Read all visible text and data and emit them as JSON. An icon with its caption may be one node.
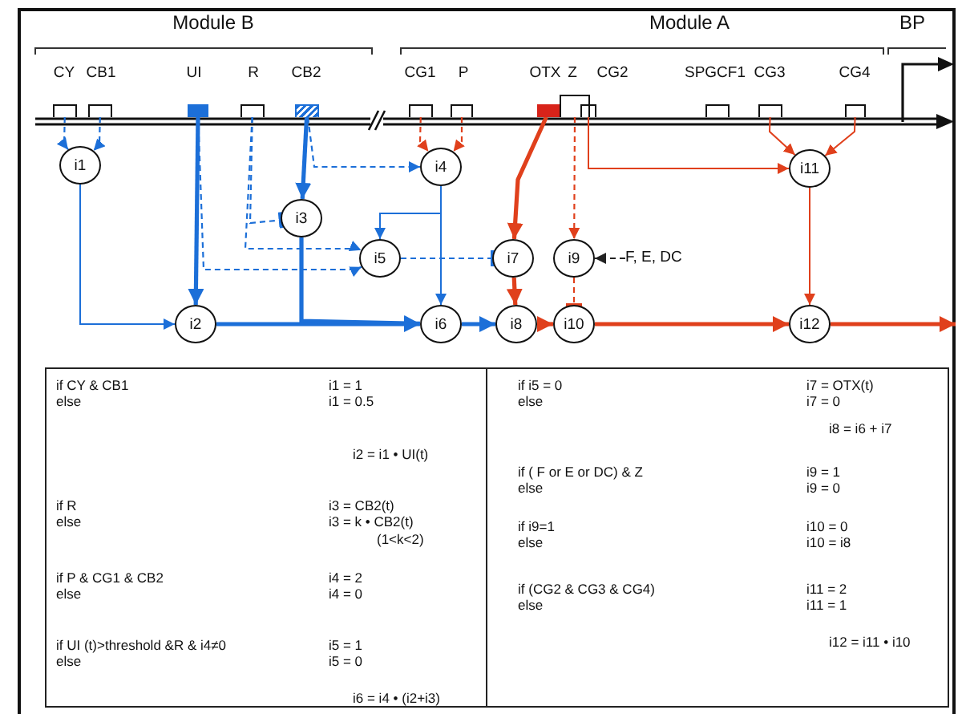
{
  "diagram": {
    "nodes": [
      {
        "text": [
          "CY"
        ]
      },
      {
        "text": [
          "CB1"
        ]
      },
      {
        "text": [
          "UI"
        ]
      },
      {
        "text": [
          "R"
        ]
      },
      {
        "text": [
          "CB2"
        ]
      },
      {
        "text": [
          "CG1"
        ]
      },
      {
        "text": [
          "P"
        ]
      },
      {
        "text": [
          "OTX"
        ]
      },
      {
        "text": [
          "Z"
        ]
      },
      {
        "text": [
          "CG2"
        ]
      },
      {
        "text": [
          "SPGCF1"
        ]
      },
      {
        "text": [
          "CG3"
        ]
      },
      {
        "text": [
          "CG4"
        ]
      },
      {
        "text": [
          "i1"
        ]
      },
      {
        "text": [
          "i2"
        ]
      },
      {
        "text": [
          "i3"
        ]
      },
      {
        "text": [
          "i4"
        ]
      },
      {
        "text": [
          "i5"
        ]
      },
      {
        "text": [
          "i6"
        ]
      },
      {
        "text": [
          "i7"
        ]
      },
      {
        "text": [
          "i8"
        ]
      },
      {
        "text": [
          "i9"
        ]
      },
      {
        "text": [
          "i10"
        ]
      },
      {
        "text": [
          "i11"
        ]
      },
      {
        "text": [
          "i12"
        ]
      },
      {
        "text": [
          "F, E, DC"
        ]
      }
    ],
    "edges": [
      {
        "from": 0,
        "to": 13,
        "arrow": "to",
        "style": "dashed"
      },
      {
        "from": 1,
        "to": 13,
        "arrow": "to",
        "style": "dashed"
      },
      {
        "from": 2,
        "to": 14,
        "arrow": "to",
        "style": "thick"
      },
      {
        "from": 2,
        "to": 17,
        "arrow": "to",
        "style": "dashed"
      },
      {
        "from": 3,
        "to": 15,
        "arrow": "other",
        "style": "dashed"
      },
      {
        "from": 3,
        "to": 17,
        "arrow": "to",
        "style": "dashed"
      },
      {
        "from": 4,
        "to": 15,
        "arrow": "to",
        "style": "thick"
      },
      {
        "from": 4,
        "to": 16,
        "arrow": "to",
        "style": "dashed"
      },
      {
        "from": 5,
        "to": 16,
        "arrow": "to",
        "style": "dashed",
        "color": "#e0401c"
      },
      {
        "from": 6,
        "to": 16,
        "arrow": "to",
        "style": "dashed",
        "color": "#e0401c"
      },
      {
        "from": 13,
        "to": 14,
        "arrow": "to"
      },
      {
        "from": 14,
        "to": 18,
        "arrow": "to",
        "style": "thick"
      },
      {
        "from": 15,
        "to": 18,
        "arrow": "to",
        "style": "thick"
      },
      {
        "from": 16,
        "to": 18,
        "arrow": "to"
      },
      {
        "from": 16,
        "to": 17,
        "arrow": "to"
      },
      {
        "from": 17,
        "to": 19,
        "arrow": "other",
        "style": "dashed"
      },
      {
        "from": 18,
        "to": 20,
        "arrow": "to",
        "style": "thick"
      },
      {
        "from": 7,
        "to": 19,
        "arrow": "to",
        "style": "thick",
        "color": "#e0401c"
      },
      {
        "from": 19,
        "to": 20,
        "arrow": "to",
        "style": "thick",
        "color": "#e0401c"
      },
      {
        "from": 8,
        "to": 21,
        "arrow": "to",
        "style": "dashed",
        "color": "#e0401c"
      },
      {
        "from": 25,
        "to": 21,
        "arrow": "to",
        "style": "dashed",
        "color": "#222222"
      },
      {
        "from": 21,
        "to": 22,
        "arrow": "other",
        "style": "dashed",
        "color": "#e0401c"
      },
      {
        "from": 20,
        "to": 22,
        "arrow": "to",
        "style": "thick",
        "color": "#e0401c"
      },
      {
        "from": 9,
        "to": 23,
        "arrow": "to",
        "color": "#e0401c"
      },
      {
        "from": 11,
        "to": 23,
        "arrow": "to",
        "color": "#e0401c"
      },
      {
        "from": 12,
        "to": 23,
        "arrow": "to",
        "color": "#e0401c"
      },
      {
        "from": 23,
        "to": 24,
        "arrow": "to",
        "color": "#e0401c"
      },
      {
        "from": 22,
        "to": 24,
        "arrow": "to",
        "style": "thick",
        "color": "#e0401c"
      },
      {
        "from": 24,
        "to": null,
        "arrow": "to",
        "style": "thick",
        "color": "#e0401c"
      }
    ],
    "labels": [
      "Module B",
      "Module A",
      "BP",
      "if CY & CB1",
      "i1 = 1",
      "else",
      "i1 = 0.5",
      "i2 = i1 • UI(t)",
      "if R",
      "i3 = CB2(t)",
      "else",
      "i3 = k • CB2(t)",
      "(1<k<2)",
      "if P & CG1 & CB2",
      "i4 = 2",
      "else",
      "i4 = 0",
      "if UI (t)>threshold &R & i4≠0",
      "i5 = 1",
      "else",
      "i5 = 0",
      "i6 = i4 • (i2+i3)",
      "if i5 = 0",
      "i7 = OTX(t)",
      "else",
      "i7 = 0",
      "i8 = i6 + i7",
      "if ( F or E or DC) & Z",
      "i9 = 1",
      "else",
      "i9 = 0",
      "if i9=1",
      "i10 = 0",
      "else",
      "i10 = i8",
      "if (CG2 & CG3 & CG4)",
      "i11 = 2",
      "else",
      "i11 = 1",
      "i12 = i11 • i10"
    ]
  }
}
